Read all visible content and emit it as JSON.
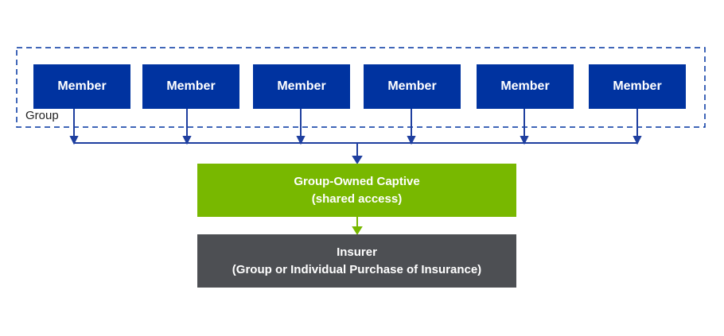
{
  "group": {
    "label": "Group",
    "members": [
      {
        "label": "Member"
      },
      {
        "label": "Member"
      },
      {
        "label": "Member"
      },
      {
        "label": "Member"
      },
      {
        "label": "Member"
      },
      {
        "label": "Member"
      }
    ]
  },
  "captive": {
    "line1": "Group-Owned Captive",
    "line2": "(shared access)"
  },
  "insurer": {
    "line1": "Insurer",
    "line2": "(Group or Individual Purchase of Insurance)"
  },
  "colors": {
    "member": "#0033a0",
    "captive": "#78b800",
    "insurer": "#4d4f53",
    "connector_blue": "#1f3f9f",
    "connector_green": "#78b800"
  }
}
